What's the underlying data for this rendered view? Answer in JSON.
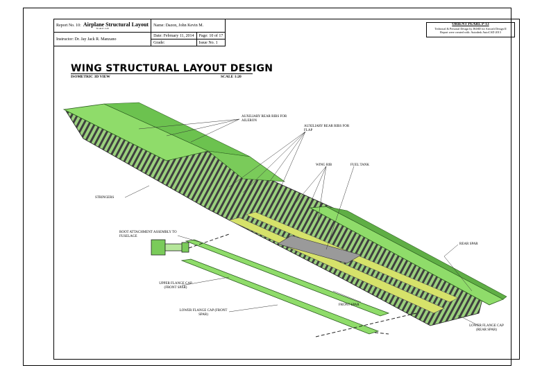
{
  "title_block": {
    "report_no_label": "Report No. 10:",
    "report_title": "Airplane Structural Layout",
    "report_scale": "SCALE 1:20",
    "instructor": "Instructor: Dr. Jay Jack R. Manzano",
    "name": "Name: Dazon, John Kevin M.",
    "date": "Date: February 11, 2014",
    "page": "Page: 10 of 17",
    "grade": "Grade:",
    "issue": "Issue No. 1"
  },
  "brand": {
    "title": "ORIENT PEARL P-13",
    "line1": "Technical & Personal Design by JKMD for Aircraft Design II",
    "line2": "Report were created with: Autodesk AutoCAD 2013"
  },
  "drawing": {
    "title": "WING STRUCTURAL LAYOUT DESIGN",
    "view": "ISOMETRIC 3D VIEW",
    "scale": "SCALE 1:20"
  },
  "labels": {
    "aux_aileron": "AUXILIARY REAR RIBS FOR AILERON",
    "aux_flap": "AUXILIARY REAR RIBS FOR FLAP",
    "wing_rib": "WING RIB",
    "fuel_tank": "FUEL TANK",
    "stringers": "STRINGERS",
    "root_attach": "ROOT ATTACHMENT ASSEMBLY TO FUSELAGE",
    "rear_spar": "REAR SPAR",
    "upper_cap": "UPPER FLANGE CAP (FRONT SPAR)",
    "front_spar": "FRONT SPAR",
    "lower_cap_front": "LOWER FLANGE CAP (FRONT SPAR)",
    "lower_cap_rear": "LOWER FLANGE CAP (REAR SPAR)"
  },
  "colors": {
    "skin_green": "#8fdc6a",
    "dark_green": "#4f9a3c",
    "rib_gray": "#4d4d4d",
    "yellow": "#d6e26a"
  }
}
